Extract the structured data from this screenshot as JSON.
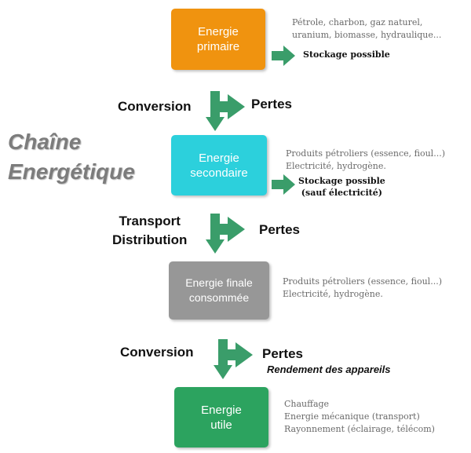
{
  "title": {
    "line1": "Chaîne",
    "line2": "Energétique"
  },
  "colors": {
    "primaire": "#f0930f",
    "secondaire": "#2cd0dc",
    "finale": "#979797",
    "utile": "#2ca35f",
    "arrow": "#3a9d6a"
  },
  "boxes": {
    "primaire": {
      "line1": "Energie",
      "line2": "primaire"
    },
    "secondaire": {
      "line1": "Energie",
      "line2": "secondaire"
    },
    "finale": {
      "line1": "Energie finale",
      "line2": "consommée"
    },
    "utile": {
      "line1": "Energie",
      "line2": "utile"
    }
  },
  "notes": {
    "primaire": [
      "Pétrole, charbon, gaz naturel,",
      "uranium, biomasse, hydraulique..."
    ],
    "primaire_storage": "Stockage possible",
    "secondaire": [
      "Produits pétroliers (essence, fioul...)",
      "Electricité, hydrogène."
    ],
    "secondaire_storage": [
      "Stockage possible",
      "(sauf électricité)"
    ],
    "finale": [
      "Produits pétroliers (essence, fioul...)",
      "Electricité, hydrogène."
    ],
    "utile": [
      "Chauffage",
      "Energie mécanique (transport)",
      "Rayonnement (éclairage, télécom)"
    ]
  },
  "transitions": {
    "conversion1": "Conversion",
    "pertes1": "Pertes",
    "transport": [
      "Transport",
      "Distribution"
    ],
    "pertes2": "Pertes",
    "conversion2": "Conversion",
    "pertes3": "Pertes",
    "rendement": "Rendement des appareils"
  }
}
